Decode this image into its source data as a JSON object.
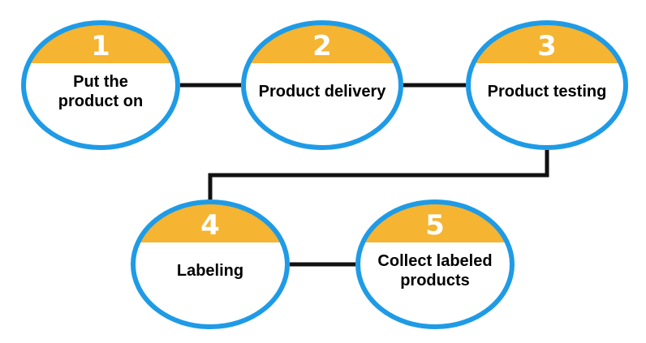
{
  "colors": {
    "ring": "#1f9be6",
    "header": "#f5b431",
    "body": "#ffffff",
    "connector": "#111111",
    "label": "#000000",
    "number": "#ffffff"
  },
  "steps": [
    {
      "number": "1",
      "label": [
        "Put the",
        "product on"
      ]
    },
    {
      "number": "2",
      "label": [
        "Product delivery"
      ]
    },
    {
      "number": "3",
      "label": [
        "Product testing"
      ]
    },
    {
      "number": "4",
      "label": [
        "Labeling"
      ]
    },
    {
      "number": "5",
      "label": [
        "Collect labeled",
        "products"
      ]
    }
  ],
  "connections": [
    [
      0,
      1
    ],
    [
      1,
      2
    ],
    [
      2,
      3
    ],
    [
      3,
      4
    ]
  ]
}
